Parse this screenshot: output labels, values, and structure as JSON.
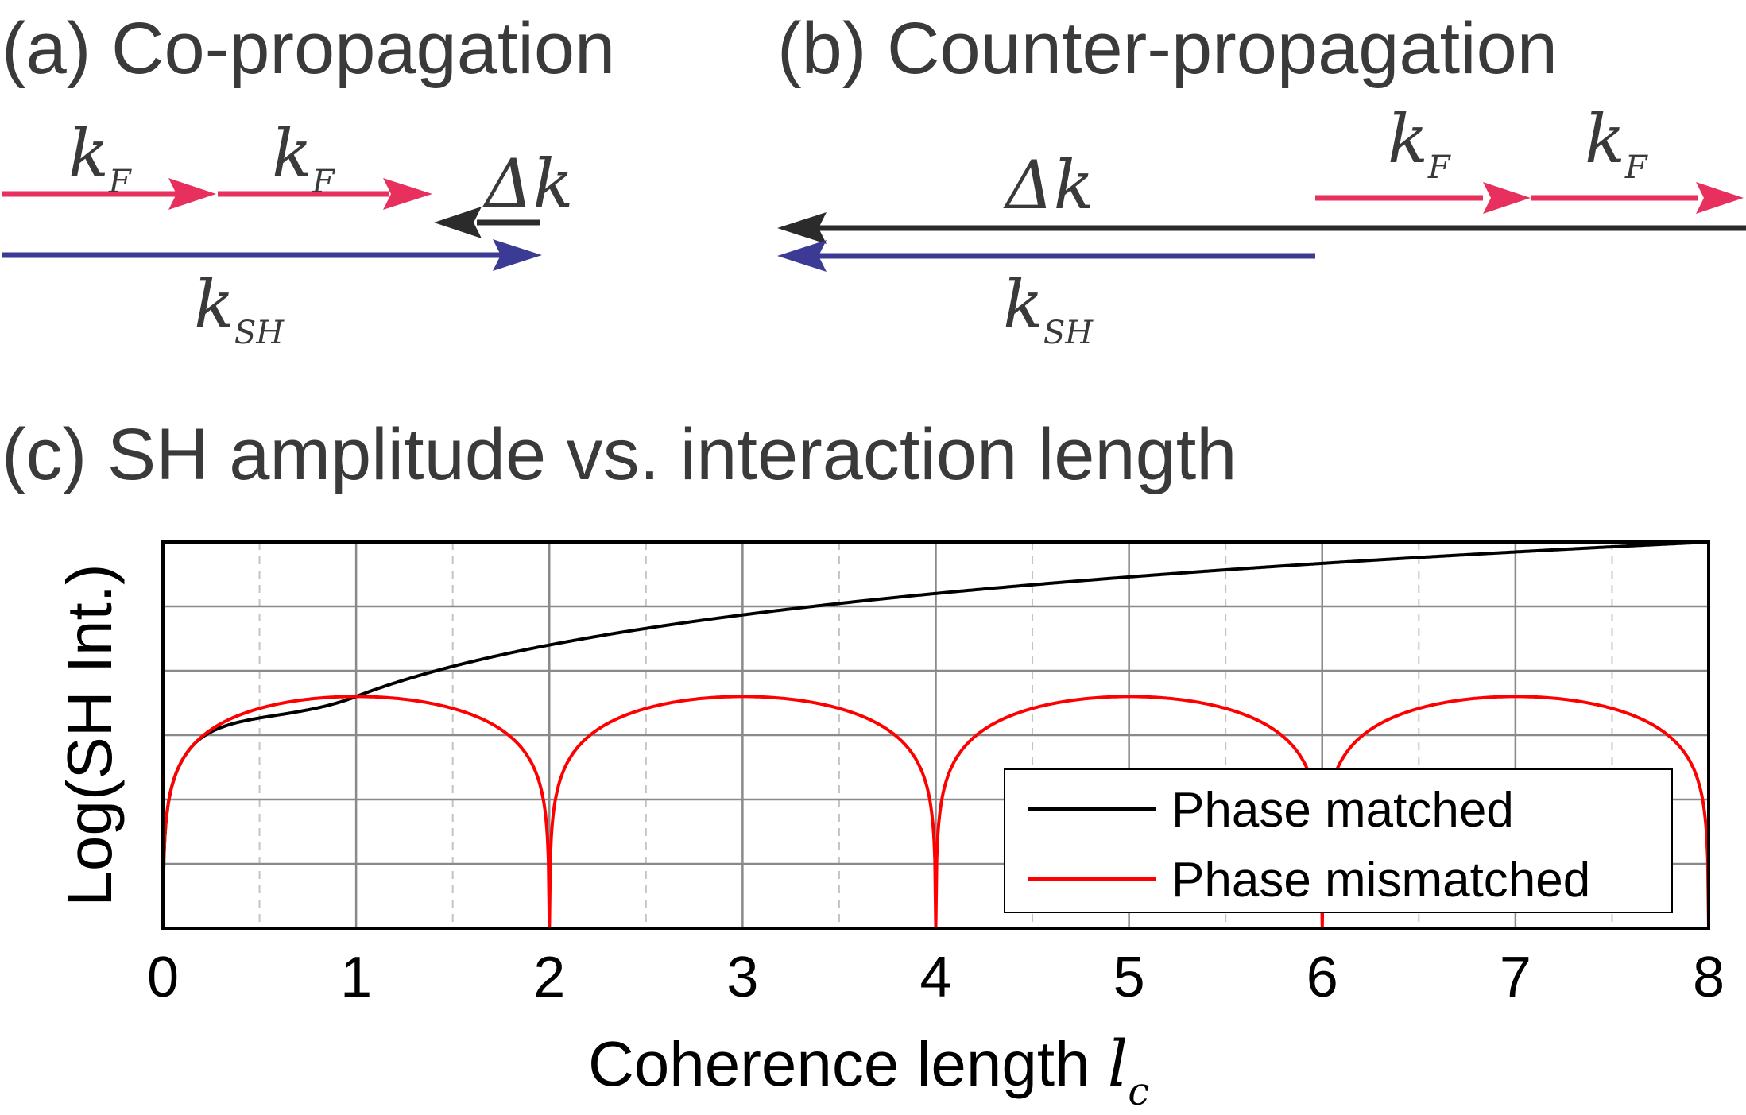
{
  "panels": {
    "a": {
      "title": "(a) Co-propagation",
      "kF1": {
        "main": "k",
        "sub": "F"
      },
      "kF2": {
        "main": "k",
        "sub": "F"
      },
      "dk": {
        "main": "Δk"
      },
      "kSH": {
        "main": "k",
        "sub": "SH"
      }
    },
    "b": {
      "title": "(b) Counter-propagation",
      "dk": {
        "main": "Δk"
      },
      "kF1": {
        "main": "k",
        "sub": "F"
      },
      "kF2": {
        "main": "k",
        "sub": "F"
      },
      "kSH": {
        "main": "k",
        "sub": "SH"
      }
    },
    "c": {
      "title": "(c) SH amplitude vs. interaction length"
    }
  },
  "colors": {
    "kF": "#e8305e",
    "kSH": "#3b3b96",
    "dk": "#2b2b2b",
    "phase_matched": "#000000",
    "phase_mismatched": "#ff0000"
  },
  "chart_data": {
    "type": "line",
    "title": "(c) SH amplitude vs. interaction length",
    "xlabel_main": "Coherence length ",
    "xlabel_var": "l",
    "xlabel_sub": "c",
    "ylabel": "Log(SH Int.)",
    "xlim": [
      0,
      8
    ],
    "xticks": [
      "0",
      "1",
      "2",
      "3",
      "4",
      "5",
      "6",
      "7",
      "8"
    ],
    "y_tick_labels": false,
    "grid": true,
    "legend_position": "lower-right",
    "series": [
      {
        "name": "Phase matched",
        "color": "#000000",
        "function": "log of quadratic growth in interaction length"
      },
      {
        "name": "Phase mismatched",
        "color": "#ff0000",
        "function": "log of sin^2 oscillation, zero every 2 coherence lengths"
      }
    ]
  }
}
